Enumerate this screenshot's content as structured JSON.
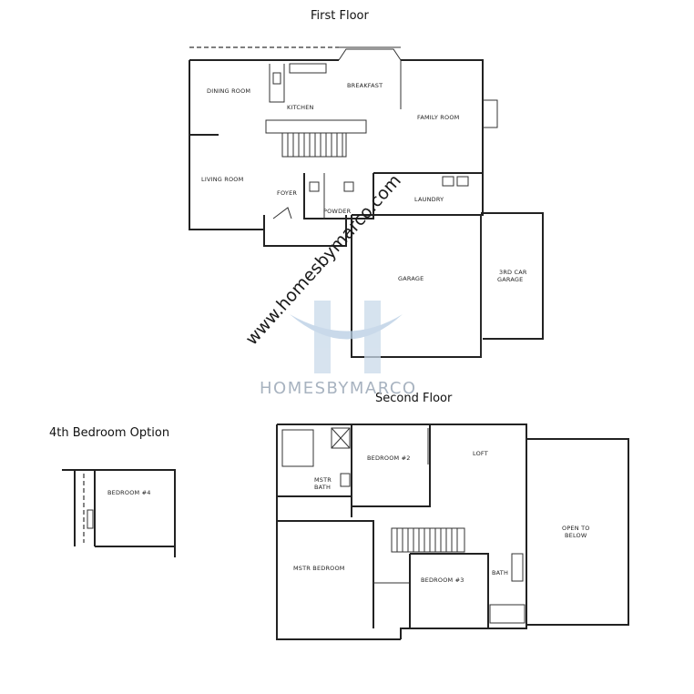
{
  "headings": {
    "first_floor": "First Floor",
    "second_floor": "Second Floor",
    "option": "4th Bedroom Option"
  },
  "rooms": {
    "dining_room": "DINING ROOM",
    "kitchen": "KITCHEN",
    "breakfast": "BREAKFAST",
    "family_room": "FAMILY ROOM",
    "living_room": "LIVING ROOM",
    "foyer": "FOYER",
    "powder": "POWDER",
    "laundry": "LAUNDRY",
    "garage": "GARAGE",
    "third_car_line1": "3RD CAR",
    "third_car_line2": "GARAGE",
    "bedroom_2": "BEDROOM #2",
    "loft": "LOFT",
    "mstr_bath_line1": "MSTR",
    "mstr_bath_line2": "BATH",
    "open_to_below_line1": "OPEN TO",
    "open_to_below_line2": "BELOW",
    "mstr_bedroom": "MSTR BEDROOM",
    "bedroom_3": "BEDROOM #3",
    "bath": "BATH",
    "bedroom_4": "BEDROOM #4"
  },
  "watermark": {
    "url": "www.homesbymarco.com",
    "brand": "HOMESBYMARCO"
  },
  "colors": {
    "line": "#222222",
    "watermark_logo": "#c9daea",
    "watermark_text": "#a8b3c0"
  }
}
